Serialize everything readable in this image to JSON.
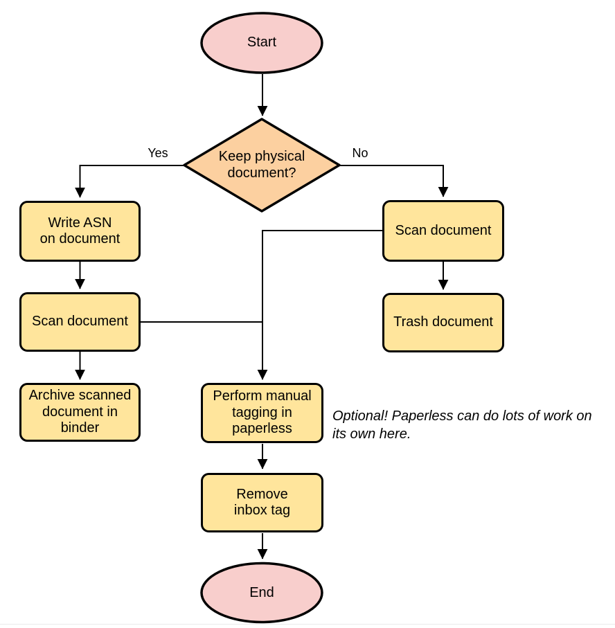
{
  "diagram": {
    "type": "flowchart",
    "nodes": {
      "start": {
        "shape": "ellipse",
        "label": "Start"
      },
      "decision": {
        "shape": "diamond",
        "label": "Keep physical\ndocument?"
      },
      "write_asn": {
        "shape": "rect",
        "label": "Write ASN\non document"
      },
      "scan_left": {
        "shape": "rect",
        "label": "Scan document"
      },
      "archive": {
        "shape": "rect",
        "label": "Archive scanned\ndocument in\nbinder"
      },
      "scan_right": {
        "shape": "rect",
        "label": "Scan document"
      },
      "trash": {
        "shape": "rect",
        "label": "Trash document"
      },
      "tagging": {
        "shape": "rect",
        "label": "Perform manual\ntagging in\npaperless"
      },
      "remove_inbox": {
        "shape": "rect",
        "label": "Remove\ninbox tag"
      },
      "end": {
        "shape": "ellipse",
        "label": "End"
      }
    },
    "edge_labels": {
      "yes": "Yes",
      "no": "No"
    },
    "annotation": "Optional! Paperless can do lots of work on\nits own here.",
    "edges": [
      "start -> decision",
      "decision -> write_asn (Yes)",
      "decision -> scan_right (No)",
      "write_asn -> scan_left",
      "scan_left -> archive",
      "scan_right -> trash",
      "scan_right -> tagging",
      "scan_left -> tagging",
      "tagging -> remove_inbox",
      "remove_inbox -> end"
    ],
    "colors": {
      "terminator_fill": "#f8cecc",
      "decision_fill": "#fcd0a0",
      "process_fill": "#ffe59c",
      "stroke": "#000000",
      "background": "#ffffff",
      "bottom_divider": "#eaeaea"
    }
  }
}
